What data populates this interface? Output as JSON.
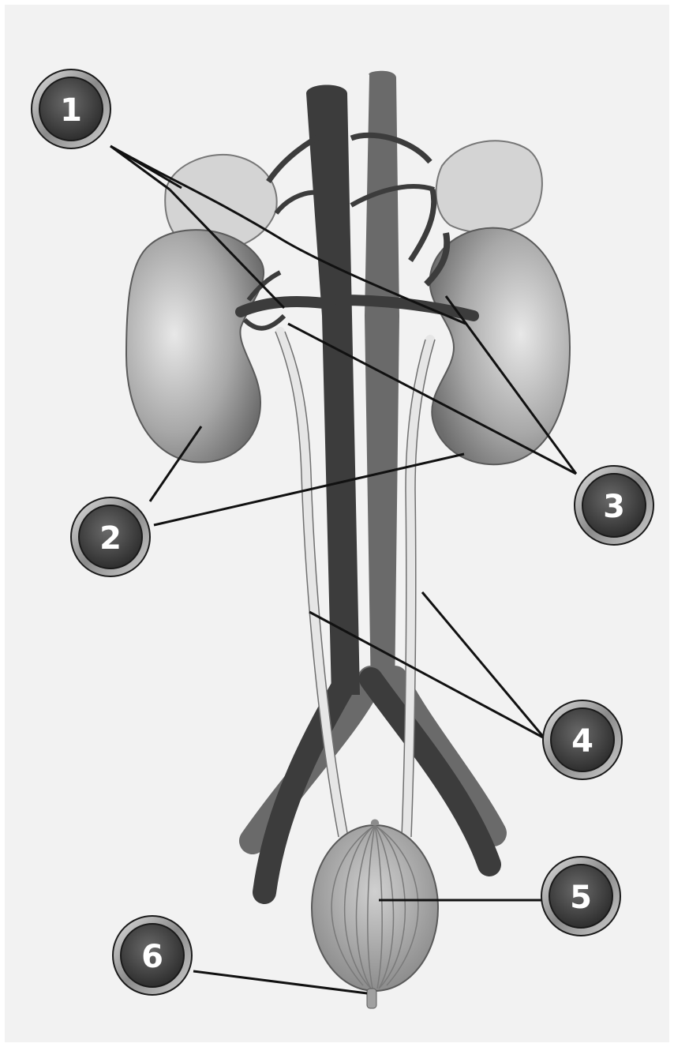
{
  "colors": {
    "background": "#f2f2f2",
    "vein": "#3c3c3c",
    "artery": "#6a6a6a",
    "kidney": "#b4b4b4",
    "adrenal": "#d4d4d4",
    "ureter": "#e6e6e6",
    "bladder": "#a8a8a8",
    "leader": "#111111",
    "badge_fill": "#454545",
    "badge_ring": "#9a9a9a"
  },
  "markers": [
    {
      "id": "1",
      "text": "1"
    },
    {
      "id": "2",
      "text": "2"
    },
    {
      "id": "3",
      "text": "3"
    },
    {
      "id": "4",
      "text": "4"
    },
    {
      "id": "5",
      "text": "5"
    },
    {
      "id": "6",
      "text": "6"
    }
  ],
  "icons": [
    "kidney-icon",
    "bladder-icon",
    "adrenal-gland-icon",
    "vena-cava-icon",
    "aorta-icon",
    "ureter-icon"
  ]
}
